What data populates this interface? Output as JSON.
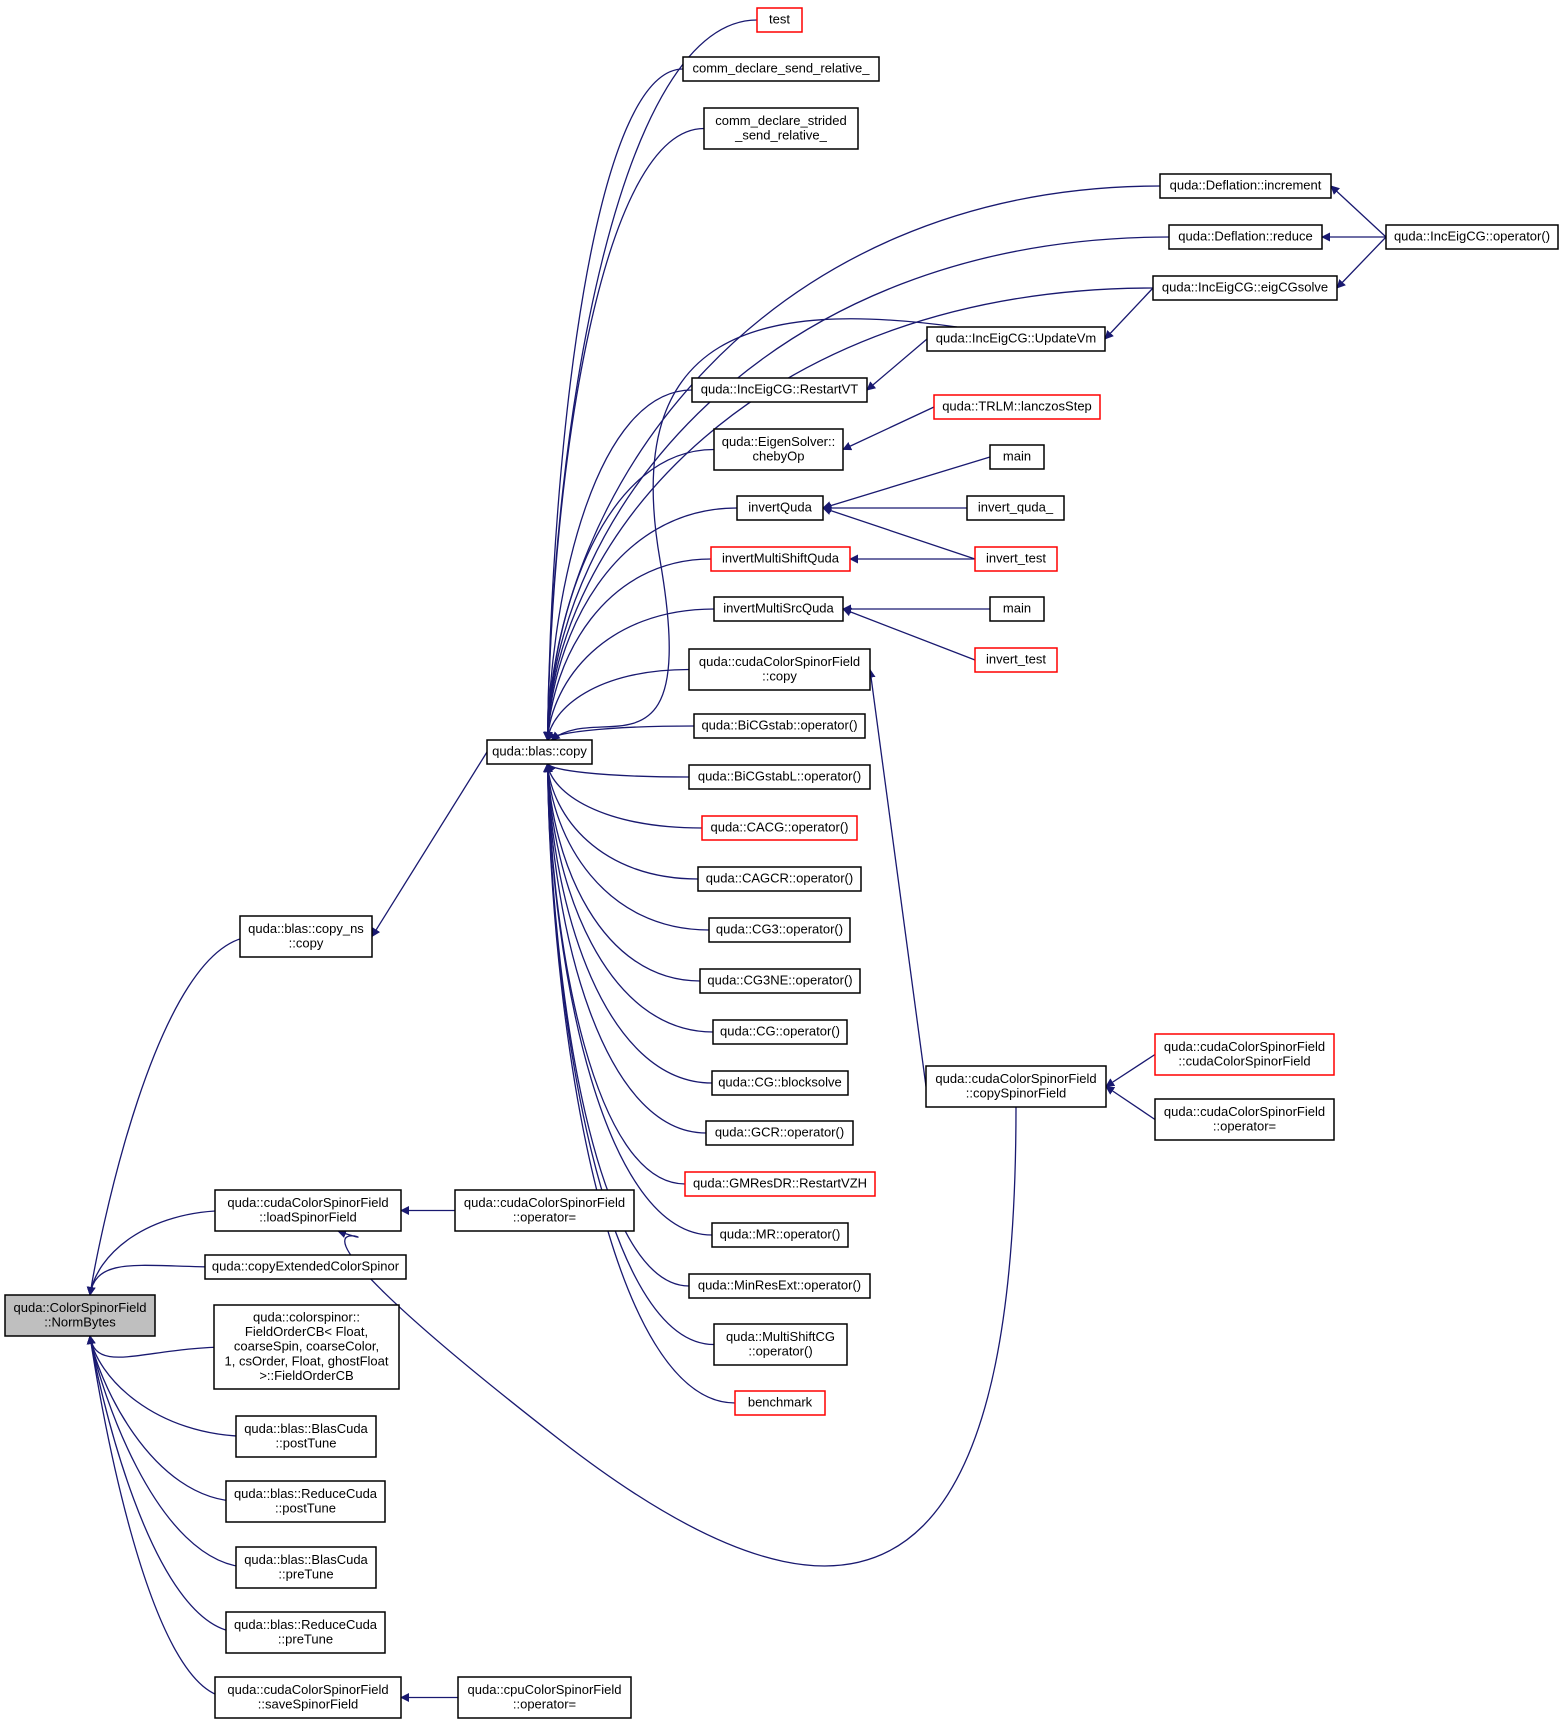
{
  "colors": {
    "edge": "#191970",
    "border": "#000000",
    "border_red": "#ff0000",
    "root_fill": "#bfbfbf"
  },
  "nodes": [
    {
      "id": "root",
      "lines": [
        "quda::ColorSpinorField",
        "::NormBytes"
      ],
      "root": true
    },
    {
      "id": "copyns",
      "lines": [
        "quda::blas::copy_ns",
        "::copy"
      ]
    },
    {
      "id": "loadSF",
      "lines": [
        "quda::cudaColorSpinorField",
        "::loadSpinorField"
      ]
    },
    {
      "id": "copyExt",
      "lines": [
        "quda::copyExtendedColorSpinor"
      ]
    },
    {
      "id": "fieldOrder",
      "lines": [
        "quda::colorspinor::",
        "FieldOrderCB< Float,",
        "coarseSpin, coarseColor,",
        "1, csOrder, Float, ghostFloat",
        ">::FieldOrderCB"
      ]
    },
    {
      "id": "blasPost",
      "lines": [
        "quda::blas::BlasCuda",
        "::postTune"
      ]
    },
    {
      "id": "redPost",
      "lines": [
        "quda::blas::ReduceCuda",
        "::postTune"
      ]
    },
    {
      "id": "blasPre",
      "lines": [
        "quda::blas::BlasCuda",
        "::preTune"
      ]
    },
    {
      "id": "redPre",
      "lines": [
        "quda::blas::ReduceCuda",
        "::preTune"
      ]
    },
    {
      "id": "saveSF",
      "lines": [
        "quda::cudaColorSpinorField",
        "::saveSpinorField"
      ]
    },
    {
      "id": "cudaOpEq1",
      "lines": [
        "quda::cudaColorSpinorField",
        "::operator="
      ]
    },
    {
      "id": "cpuOpEq",
      "lines": [
        "quda::cpuColorSpinorField",
        "::operator="
      ]
    },
    {
      "id": "blascopy",
      "lines": [
        "quda::blas::copy"
      ]
    },
    {
      "id": "test",
      "lines": [
        "test"
      ],
      "red": true
    },
    {
      "id": "cdsr",
      "lines": [
        "comm_declare_send_relative_"
      ]
    },
    {
      "id": "cdssr",
      "lines": [
        "comm_declare_strided",
        "_send_relative_"
      ]
    },
    {
      "id": "defInc",
      "lines": [
        "quda::Deflation::increment"
      ]
    },
    {
      "id": "defRed",
      "lines": [
        "quda::Deflation::reduce"
      ]
    },
    {
      "id": "eigSolve",
      "lines": [
        "quda::IncEigCG::eigCGsolve"
      ]
    },
    {
      "id": "incOp",
      "lines": [
        "quda::IncEigCG::operator()"
      ]
    },
    {
      "id": "updVm",
      "lines": [
        "quda::IncEigCG::UpdateVm"
      ]
    },
    {
      "id": "restartVT",
      "lines": [
        "quda::IncEigCG::RestartVT"
      ]
    },
    {
      "id": "lanczos",
      "lines": [
        "quda::TRLM::lanczosStep"
      ],
      "red": true
    },
    {
      "id": "cheby",
      "lines": [
        "quda::EigenSolver::",
        "chebyOp"
      ]
    },
    {
      "id": "invQuda",
      "lines": [
        "invertQuda"
      ]
    },
    {
      "id": "main1",
      "lines": [
        "main"
      ]
    },
    {
      "id": "invQ_",
      "lines": [
        "invert_quda_"
      ]
    },
    {
      "id": "invTest1",
      "lines": [
        "invert_test"
      ],
      "red": true
    },
    {
      "id": "invMS",
      "lines": [
        "invertMultiShiftQuda"
      ],
      "red": true
    },
    {
      "id": "invMSrc",
      "lines": [
        "invertMultiSrcQuda"
      ]
    },
    {
      "id": "main2",
      "lines": [
        "main"
      ]
    },
    {
      "id": "invTest2",
      "lines": [
        "invert_test"
      ],
      "red": true
    },
    {
      "id": "cudaCopy",
      "lines": [
        "quda::cudaColorSpinorField",
        "::copy"
      ]
    },
    {
      "id": "bicg",
      "lines": [
        "quda::BiCGstab::operator()"
      ]
    },
    {
      "id": "bicgL",
      "lines": [
        "quda::BiCGstabL::operator()"
      ]
    },
    {
      "id": "cacg",
      "lines": [
        "quda::CACG::operator()"
      ],
      "red": true
    },
    {
      "id": "cagcr",
      "lines": [
        "quda::CAGCR::operator()"
      ]
    },
    {
      "id": "cg3",
      "lines": [
        "quda::CG3::operator()"
      ]
    },
    {
      "id": "cg3ne",
      "lines": [
        "quda::CG3NE::operator()"
      ]
    },
    {
      "id": "cg",
      "lines": [
        "quda::CG::operator()"
      ]
    },
    {
      "id": "cgbs",
      "lines": [
        "quda::CG::blocksolve"
      ]
    },
    {
      "id": "gcr",
      "lines": [
        "quda::GCR::operator()"
      ]
    },
    {
      "id": "gmres",
      "lines": [
        "quda::GMResDR::RestartVZH"
      ],
      "red": true
    },
    {
      "id": "mr",
      "lines": [
        "quda::MR::operator()"
      ]
    },
    {
      "id": "minres",
      "lines": [
        "quda::MinResExt::operator()"
      ]
    },
    {
      "id": "mscg",
      "lines": [
        "quda::MultiShiftCG",
        "::operator()"
      ]
    },
    {
      "id": "bench",
      "lines": [
        "benchmark"
      ],
      "red": true
    },
    {
      "id": "copySF",
      "lines": [
        "quda::cudaColorSpinorField",
        "::copySpinorField"
      ]
    },
    {
      "id": "cudaCtor",
      "lines": [
        "quda::cudaColorSpinorField",
        "::cudaColorSpinorField"
      ],
      "red": true
    },
    {
      "id": "cudaOpEq2",
      "lines": [
        "quda::cudaColorSpinorField",
        "::operator="
      ]
    }
  ],
  "edges": [
    [
      "copyns",
      "root"
    ],
    [
      "loadSF",
      "root"
    ],
    [
      "copyExt",
      "root"
    ],
    [
      "fieldOrder",
      "root"
    ],
    [
      "blasPost",
      "root"
    ],
    [
      "redPost",
      "root"
    ],
    [
      "blasPre",
      "root"
    ],
    [
      "redPre",
      "root"
    ],
    [
      "saveSF",
      "root"
    ],
    [
      "blascopy",
      "copyns"
    ],
    [
      "cudaOpEq1",
      "loadSF"
    ],
    [
      "copySF",
      "loadSF"
    ],
    [
      "cpuOpEq",
      "saveSF"
    ],
    [
      "test",
      "blascopy"
    ],
    [
      "cdsr",
      "blascopy"
    ],
    [
      "cdssr",
      "blascopy"
    ],
    [
      "defInc",
      "blascopy"
    ],
    [
      "defRed",
      "blascopy"
    ],
    [
      "eigSolve",
      "blascopy"
    ],
    [
      "updVm",
      "blascopy"
    ],
    [
      "restartVT",
      "blascopy"
    ],
    [
      "cheby",
      "blascopy"
    ],
    [
      "invQuda",
      "blascopy"
    ],
    [
      "invMS",
      "blascopy"
    ],
    [
      "invMSrc",
      "blascopy"
    ],
    [
      "cudaCopy",
      "blascopy"
    ],
    [
      "bicg",
      "blascopy"
    ],
    [
      "bicgL",
      "blascopy"
    ],
    [
      "cacg",
      "blascopy"
    ],
    [
      "cagcr",
      "blascopy"
    ],
    [
      "cg3",
      "blascopy"
    ],
    [
      "cg3ne",
      "blascopy"
    ],
    [
      "cg",
      "blascopy"
    ],
    [
      "cgbs",
      "blascopy"
    ],
    [
      "gcr",
      "blascopy"
    ],
    [
      "gmres",
      "blascopy"
    ],
    [
      "mr",
      "blascopy"
    ],
    [
      "minres",
      "blascopy"
    ],
    [
      "mscg",
      "blascopy"
    ],
    [
      "bench",
      "blascopy"
    ],
    [
      "incOp",
      "defInc"
    ],
    [
      "incOp",
      "defRed"
    ],
    [
      "incOp",
      "eigSolve"
    ],
    [
      "eigSolve",
      "updVm"
    ],
    [
      "updVm",
      "restartVT"
    ],
    [
      "lanczos",
      "cheby"
    ],
    [
      "main1",
      "invQuda"
    ],
    [
      "invQ_",
      "invQuda"
    ],
    [
      "invTest1",
      "invQuda"
    ],
    [
      "invTest1",
      "invMS"
    ],
    [
      "main2",
      "invMSrc"
    ],
    [
      "invTest2",
      "invMSrc"
    ],
    [
      "copySF",
      "cudaCopy"
    ],
    [
      "cudaCtor",
      "copySF"
    ],
    [
      "cudaOpEq2",
      "copySF"
    ]
  ]
}
